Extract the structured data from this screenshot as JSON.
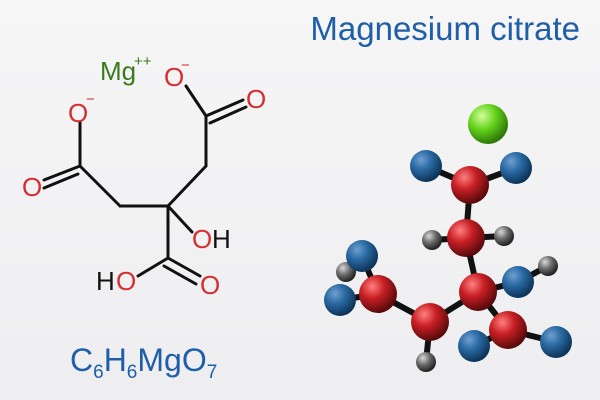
{
  "title": "Magnesium citrate",
  "formula": {
    "c": "C",
    "c_n": "6",
    "h": "H",
    "h_n": "6",
    "mg": "Mg",
    "o": "O",
    "o_n": "7"
  },
  "labels": {
    "mg": "Mg",
    "mg_charge": "++",
    "o_minus_top": "O",
    "o_minus_left": "O",
    "minus": "−",
    "o_right": "O",
    "o_left": "O",
    "o_hydroxyl": "O",
    "h_hydroxyl": "H",
    "h_acid": "H",
    "o_acid": "O",
    "o_acid_db": "O"
  },
  "colors": {
    "title": "#1f5ea8",
    "oxygen": "#d62e31",
    "magnesium_label": "#3a7a1c",
    "atom_blue": "#1f5a8c",
    "atom_red": "#b3161b",
    "atom_gray": "#5a5a5a",
    "atom_green": "#5ccf1a"
  }
}
